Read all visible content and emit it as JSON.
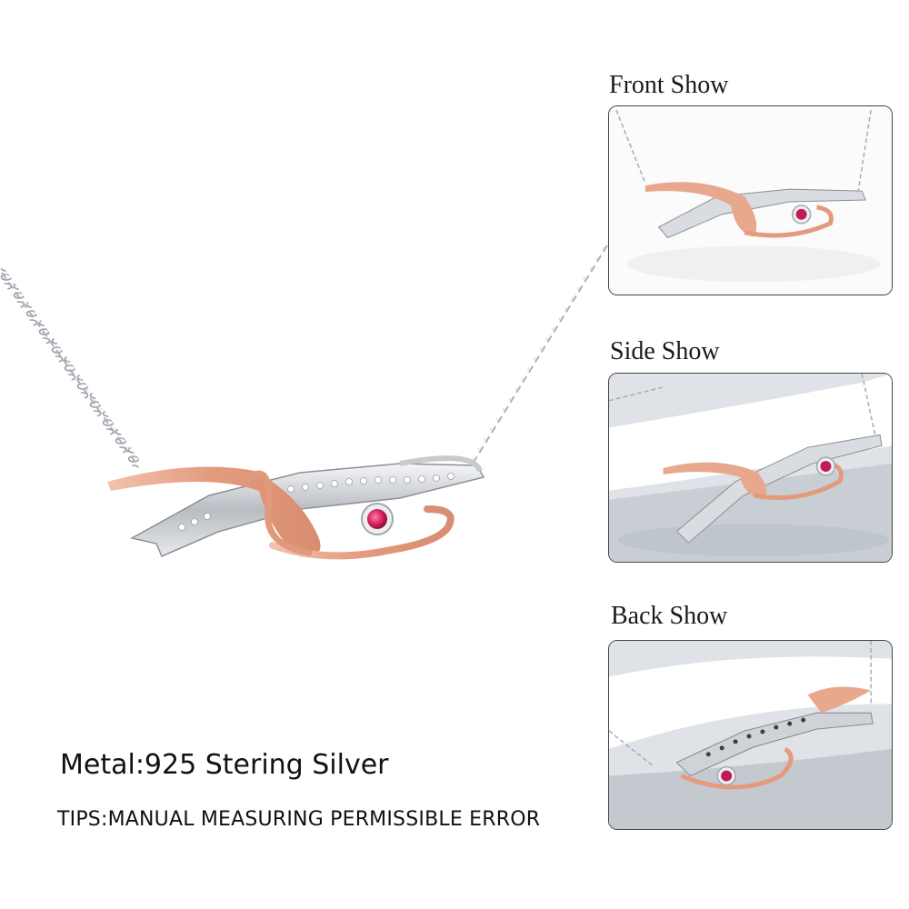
{
  "caption": {
    "metal": "Metal:925 Stering Silver",
    "tips": "TIPS:MANUAL MEASURING PERMISSIBLE ERROR"
  },
  "views": [
    {
      "label": "Front Show"
    },
    {
      "label": "Side Show"
    },
    {
      "label": "Back Show"
    }
  ],
  "colors": {
    "silver": "#c9ccd1",
    "rose_gold": "#e6a68c",
    "stone": "#d8235f",
    "frame_border": "#444444"
  }
}
